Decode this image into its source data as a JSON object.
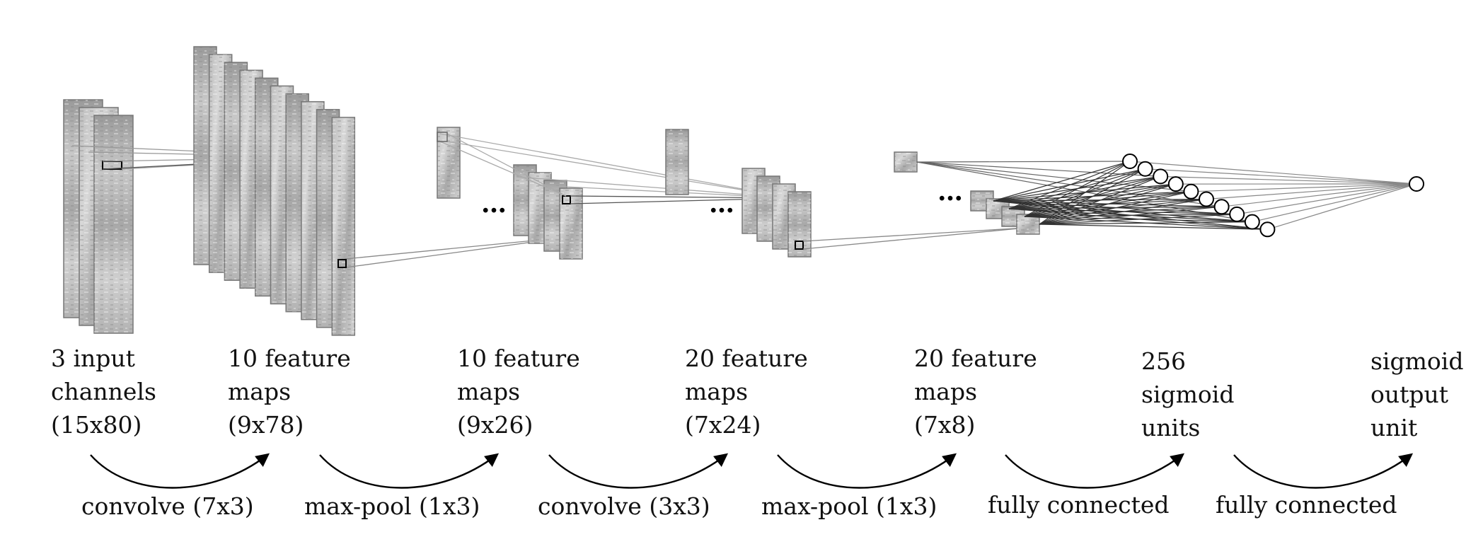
{
  "layers": [
    {
      "lines": [
        "3 input",
        "channels",
        "(15x80)"
      ]
    },
    {
      "lines": [
        "10 feature",
        "maps",
        "(9x78)"
      ]
    },
    {
      "lines": [
        "10 feature",
        "maps",
        "(9x26)"
      ]
    },
    {
      "lines": [
        "20 feature",
        "maps",
        "(7x24)"
      ]
    },
    {
      "lines": [
        "20 feature",
        "maps",
        "(7x8)"
      ]
    },
    {
      "lines": [
        "256",
        "sigmoid",
        "units"
      ]
    },
    {
      "lines": [
        "sigmoid",
        "output",
        "unit"
      ]
    }
  ],
  "operations": [
    "convolve (7x3)",
    "max-pool (1x3)",
    "convolve (3x3)",
    "max-pool (1x3)",
    "fully connected",
    "fully connected"
  ],
  "ellipsis": "…"
}
